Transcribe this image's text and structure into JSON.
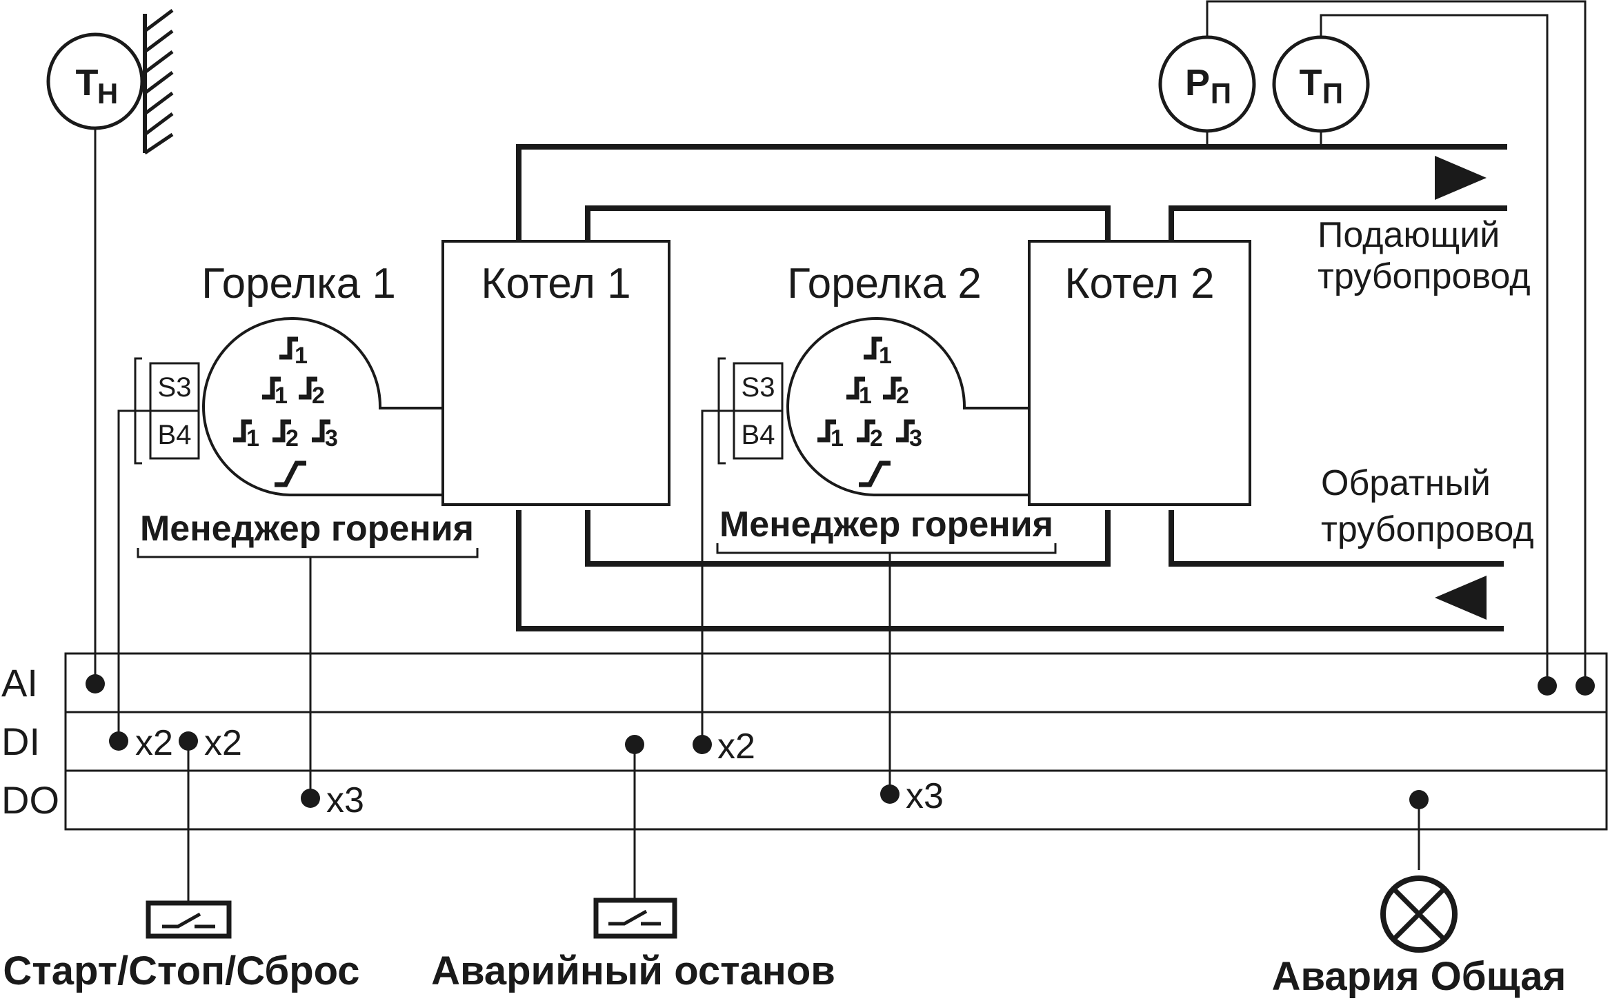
{
  "sensors": {
    "outdoor_temp": {
      "main": "Т",
      "sub": "Н"
    },
    "supply_pressure": {
      "main": "Р",
      "sub": "П"
    },
    "supply_temp": {
      "main": "Т",
      "sub": "П"
    }
  },
  "burners": [
    {
      "title": "Горелка 1",
      "s_label": "S3",
      "b_label": "B4",
      "manager_label": "Менеджер горения"
    },
    {
      "title": "Горелка 2",
      "s_label": "S3",
      "b_label": "B4",
      "manager_label": "Менеджер горения"
    }
  ],
  "boilers": [
    {
      "title": "Котел 1"
    },
    {
      "title": "Котел 2"
    }
  ],
  "stage_marks": {
    "s1": "1",
    "s2": "2",
    "s3": "3"
  },
  "pipelines": {
    "supply_line1": "Подающий",
    "supply_line2": "трубопровод",
    "return_line1": "Обратный",
    "return_line2": "трубопровод"
  },
  "bus": {
    "ai": "AI",
    "di": "DI",
    "do": "DO"
  },
  "terminals": {
    "x2": "x2",
    "x3": "x3"
  },
  "controls": {
    "start_stop_reset": "Старт/Стоп/Сброс",
    "emergency_stop": "Аварийный останов",
    "general_alarm": "Авария Общая"
  }
}
